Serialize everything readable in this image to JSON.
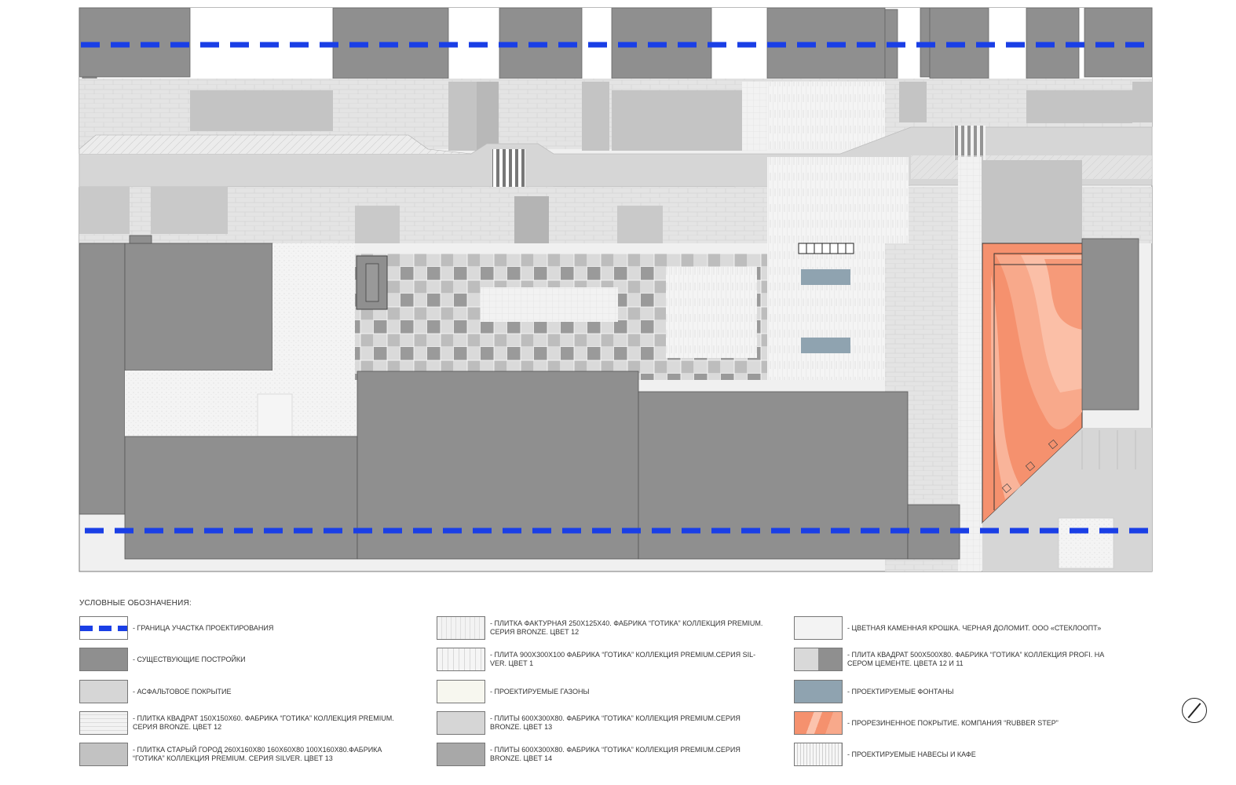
{
  "legend": {
    "title": "УСЛОВНЫЕ ОБОЗНАЧЕНИЯ:",
    "items": [
      {
        "id": "boundary",
        "text": "- ГРАНИЦА УЧАСТКА ПРОЕКТИРОВАНИЯ"
      },
      {
        "id": "existing",
        "text": "- СУЩЕСТВУЮЩИЕ ПОСТРОЙКИ"
      },
      {
        "id": "asphalt",
        "text": "- АСФАЛЬТОВОЕ ПОКРЫТИЕ"
      },
      {
        "id": "tile150",
        "text": "- ПЛИТКА КВАДРАТ 150Х150Х60. ФАБРИКА “ГОТИКА” КОЛЛЕКЦИЯ PREMIUM. СЕРИЯ BRONZE.  ЦВЕТ 12"
      },
      {
        "id": "oldtown",
        "text": "- ПЛИТКА СТАРЫЙ ГОРОД 260Х160Х80 160Х60Х80 100Х160Х80.ФАБРИКА “ГОТИКА” КОЛЛЕКЦИЯ PREMIUM. СЕРИЯ SILVER. ЦВЕТ 13"
      },
      {
        "id": "textured",
        "text": "- ПЛИТКА ФАКТУРНАЯ 250Х125Х40. ФАБРИКА “ГОТИКА” КОЛЛЕКЦИЯ PREMIUM. СЕРИЯ BRONZE. ЦВЕТ 12"
      },
      {
        "id": "slab900",
        "text": "- ПЛИТА 900Х300Х100 ФАБРИКА “ГОТИКА” КОЛЛЕКЦИЯ PREMIUM.СЕРИЯ SIL-VER. ЦВЕТ 1"
      },
      {
        "id": "lawn",
        "text": "- ПРОЕКТИРУЕМЫЕ ГАЗОНЫ"
      },
      {
        "id": "slab600_13",
        "text": "- ПЛИТЫ 600Х300Х80. ФАБРИКА “ГОТИКА” КОЛЛЕКЦИЯ PREMIUM.СЕРИЯ BRONZE. ЦВЕТ 13"
      },
      {
        "id": "slab600_14",
        "text": "- ПЛИТЫ 600Х300Х80. ФАБРИКА “ГОТИКА” КОЛЛЕКЦИЯ PREMIUM.СЕРИЯ BRONZE. ЦВЕТ 14"
      },
      {
        "id": "chips",
        "text": "- ЦВЕТНАЯ КАМЕННАЯ КРОШКА. ЧЕРНАЯ ДОЛОМИТ. ООО «СТЕКЛООПТ»"
      },
      {
        "id": "slab500",
        "text": "- ПЛИТА КВАДРАТ 500Х500Х80. ФАБРИКА “ГОТИКА” КОЛЛЕКЦИЯ PROFI. НА СЕРОМ ЦЕМЕНТЕ. ЦВЕТА 12 И 11"
      },
      {
        "id": "fountain",
        "text": "- ПРОЕКТИРУЕМЫЕ ФОНТАНЫ"
      },
      {
        "id": "rubber",
        "text": "- ПРОРЕЗИНЕННОЕ ПОКРЫТИЕ. КОМПАНИЯ “RUBBER STEP”"
      },
      {
        "id": "canopy",
        "text": "- ПРОЕКТИРУЕМЫЕ НАВЕСЫ И КАФЕ"
      }
    ]
  },
  "colors": {
    "building": "#8f8f8f",
    "boundary": "#1a3fe6",
    "asphalt": "#d6d6d6",
    "paving": "#eeeeee",
    "tile_light": "#e2e2e2",
    "fountain": "#8fa3b0",
    "rubber": "#f5916e"
  }
}
